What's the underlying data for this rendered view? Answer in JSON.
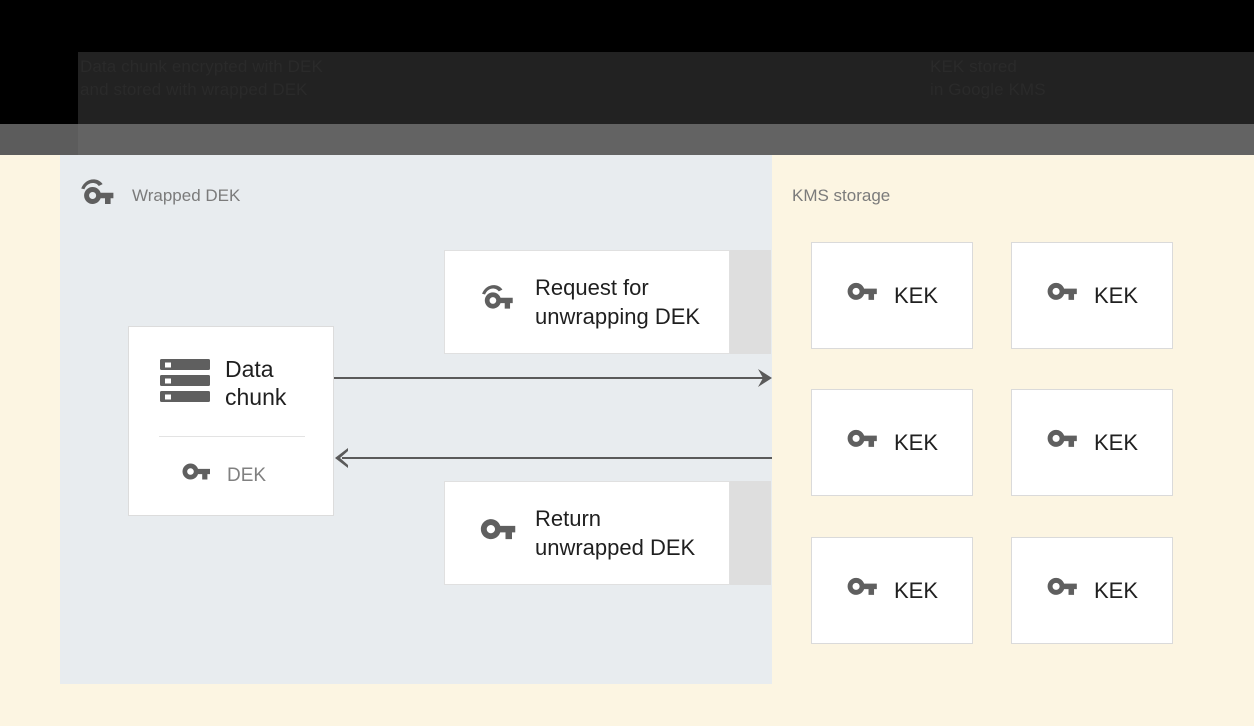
{
  "window": {
    "top_bar_caption_left": "Data chunk encrypted with DEK\nand stored with wrapped DEK",
    "top_bar_caption_right": "KEK stored\nin Google KMS"
  },
  "colors": {
    "panel_left_bg": "#e8ecef",
    "panel_right_bg": "#fcf5e2",
    "card_bg": "#ffffff",
    "card_border": "#dcdcdc",
    "icon_gray": "#5f5f5f",
    "heading_gray": "#7b7b7b",
    "text_dark": "#1f1f1f",
    "arrow_gray": "#5a5a5a",
    "shadow_gray": "#dedede",
    "chrome_black": "#000000",
    "chrome_dark": "#222222",
    "chrome_gray": "#636363"
  },
  "left_panel": {
    "heading": "Wrapped DEK",
    "heading_icon": "wrapped-key-icon",
    "data_card": {
      "storage_icon": "storage-icon",
      "title": "Data\nchunk",
      "key_icon": "key-icon",
      "key_label": "DEK"
    },
    "messages": [
      {
        "icon": "wrapped-key-icon",
        "label": "Request for\nunwrapping DEK",
        "name": "request-unwrap-card"
      },
      {
        "icon": "key-icon",
        "label": "Return\nunwrapped DEK",
        "name": "return-unwrapped-card"
      }
    ],
    "arrows": [
      {
        "name": "arrow-to-kms",
        "direction": "right"
      },
      {
        "name": "arrow-from-kms",
        "direction": "left"
      }
    ]
  },
  "right_panel": {
    "heading": "KMS storage",
    "kek_cards": [
      {
        "icon": "key-icon",
        "label": "KEK"
      },
      {
        "icon": "key-icon",
        "label": "KEK"
      },
      {
        "icon": "key-icon",
        "label": "KEK"
      },
      {
        "icon": "key-icon",
        "label": "KEK"
      },
      {
        "icon": "key-icon",
        "label": "KEK"
      },
      {
        "icon": "key-icon",
        "label": "KEK"
      }
    ]
  }
}
